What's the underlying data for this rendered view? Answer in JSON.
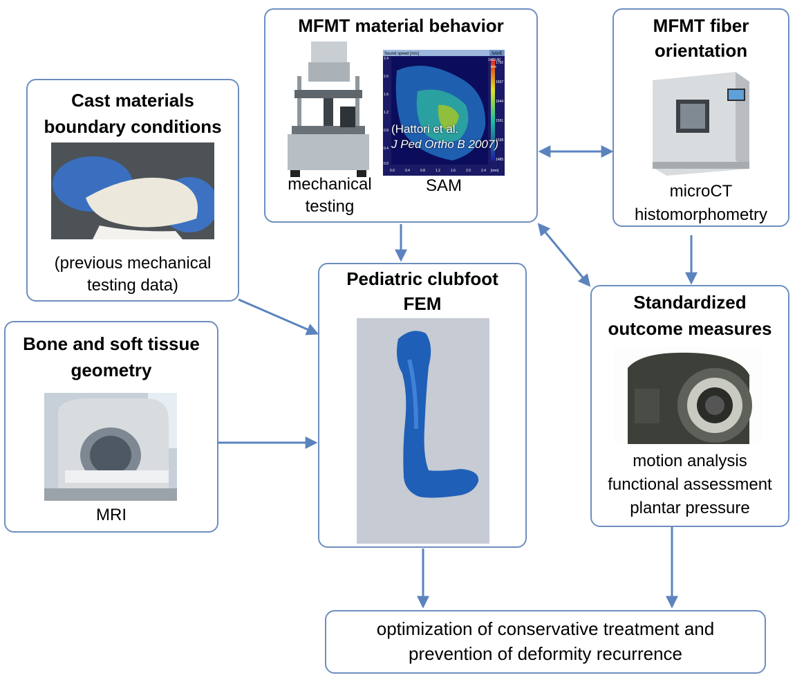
{
  "boxes": {
    "material": {
      "title": "MFMT material behavior",
      "label_left_1": "mechanical",
      "label_left_2": "testing",
      "label_right": "SAM",
      "sam": {
        "header": "Sound speed [m/s]",
        "save": "SAVE",
        "top_value": "1485.00",
        "unit": "m/s",
        "scale": [
          "1750",
          "1697",
          "1644",
          "1591",
          "1538",
          "1485"
        ],
        "y_ticks": [
          "2.4",
          "2.0",
          "1.6",
          "1.2",
          "0.8",
          "0.4",
          "0.0"
        ],
        "x_ticks": [
          "0.0",
          "0.4",
          "0.8",
          "1.2",
          "1.6",
          "2.0",
          "2.4"
        ],
        "x_unit": "[mm]",
        "citation_1": "(Hattori et al.",
        "citation_2": "J Ped Ortho B 2007)"
      }
    },
    "fiber": {
      "title_1": "MFMT fiber",
      "title_2": "orientation",
      "label_1": "microCT",
      "label_2": "histomorphometry"
    },
    "cast": {
      "title_1": "Cast materials",
      "title_2": "boundary conditions",
      "label_1": "(previous mechanical",
      "label_2": "testing data)"
    },
    "bone": {
      "title_1": "Bone and soft tissue",
      "title_2": "geometry",
      "label": "MRI"
    },
    "fem": {
      "title_1": "Pediatric clubfoot",
      "title_2": "FEM"
    },
    "outcome": {
      "title_1": "Standardized",
      "title_2": "outcome measures",
      "label_1": "motion analysis",
      "label_2": "functional assessment",
      "label_3": "plantar pressure"
    },
    "optimization": {
      "label_1": "optimization of conservative treatment and",
      "label_2": "prevention of deformity recurrence"
    }
  },
  "colors": {
    "border": "#6c8ebf",
    "arrow": "#5b83be"
  }
}
